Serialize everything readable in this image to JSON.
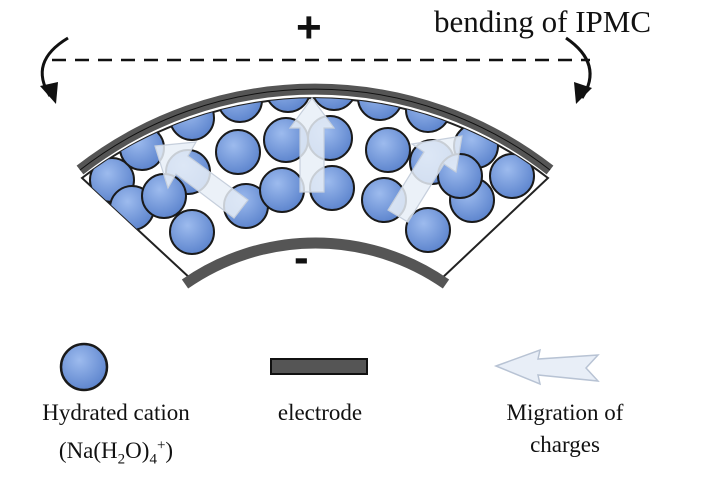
{
  "title": "bending of IPMC",
  "signs": {
    "top": "+",
    "bottom": "-"
  },
  "legend": {
    "cation_label_line1": "Hydrated cation",
    "cation_formula": "(Na(H2O)4+)",
    "electrode_label": "electrode",
    "migration_line1": "Migration of",
    "migration_line2": "charges"
  },
  "colors": {
    "cation_fill": "#6f95d8",
    "electrode": "#555555",
    "arrow_fill": "#e8eef7"
  }
}
